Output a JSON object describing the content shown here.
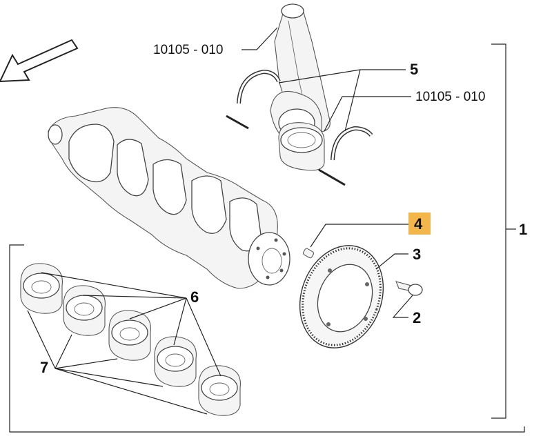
{
  "callouts": {
    "c1": "1",
    "c2": "2",
    "c3": "3",
    "c4": "4",
    "c5": "5",
    "c6": "6",
    "c7": "7",
    "ref_a": "10105 - 010",
    "ref_b": "10105 - 010"
  },
  "colors": {
    "highlight": "#f3b64a",
    "line": "#222222",
    "background": "#ffffff"
  },
  "icons": {
    "direction": "arrow-icon"
  }
}
